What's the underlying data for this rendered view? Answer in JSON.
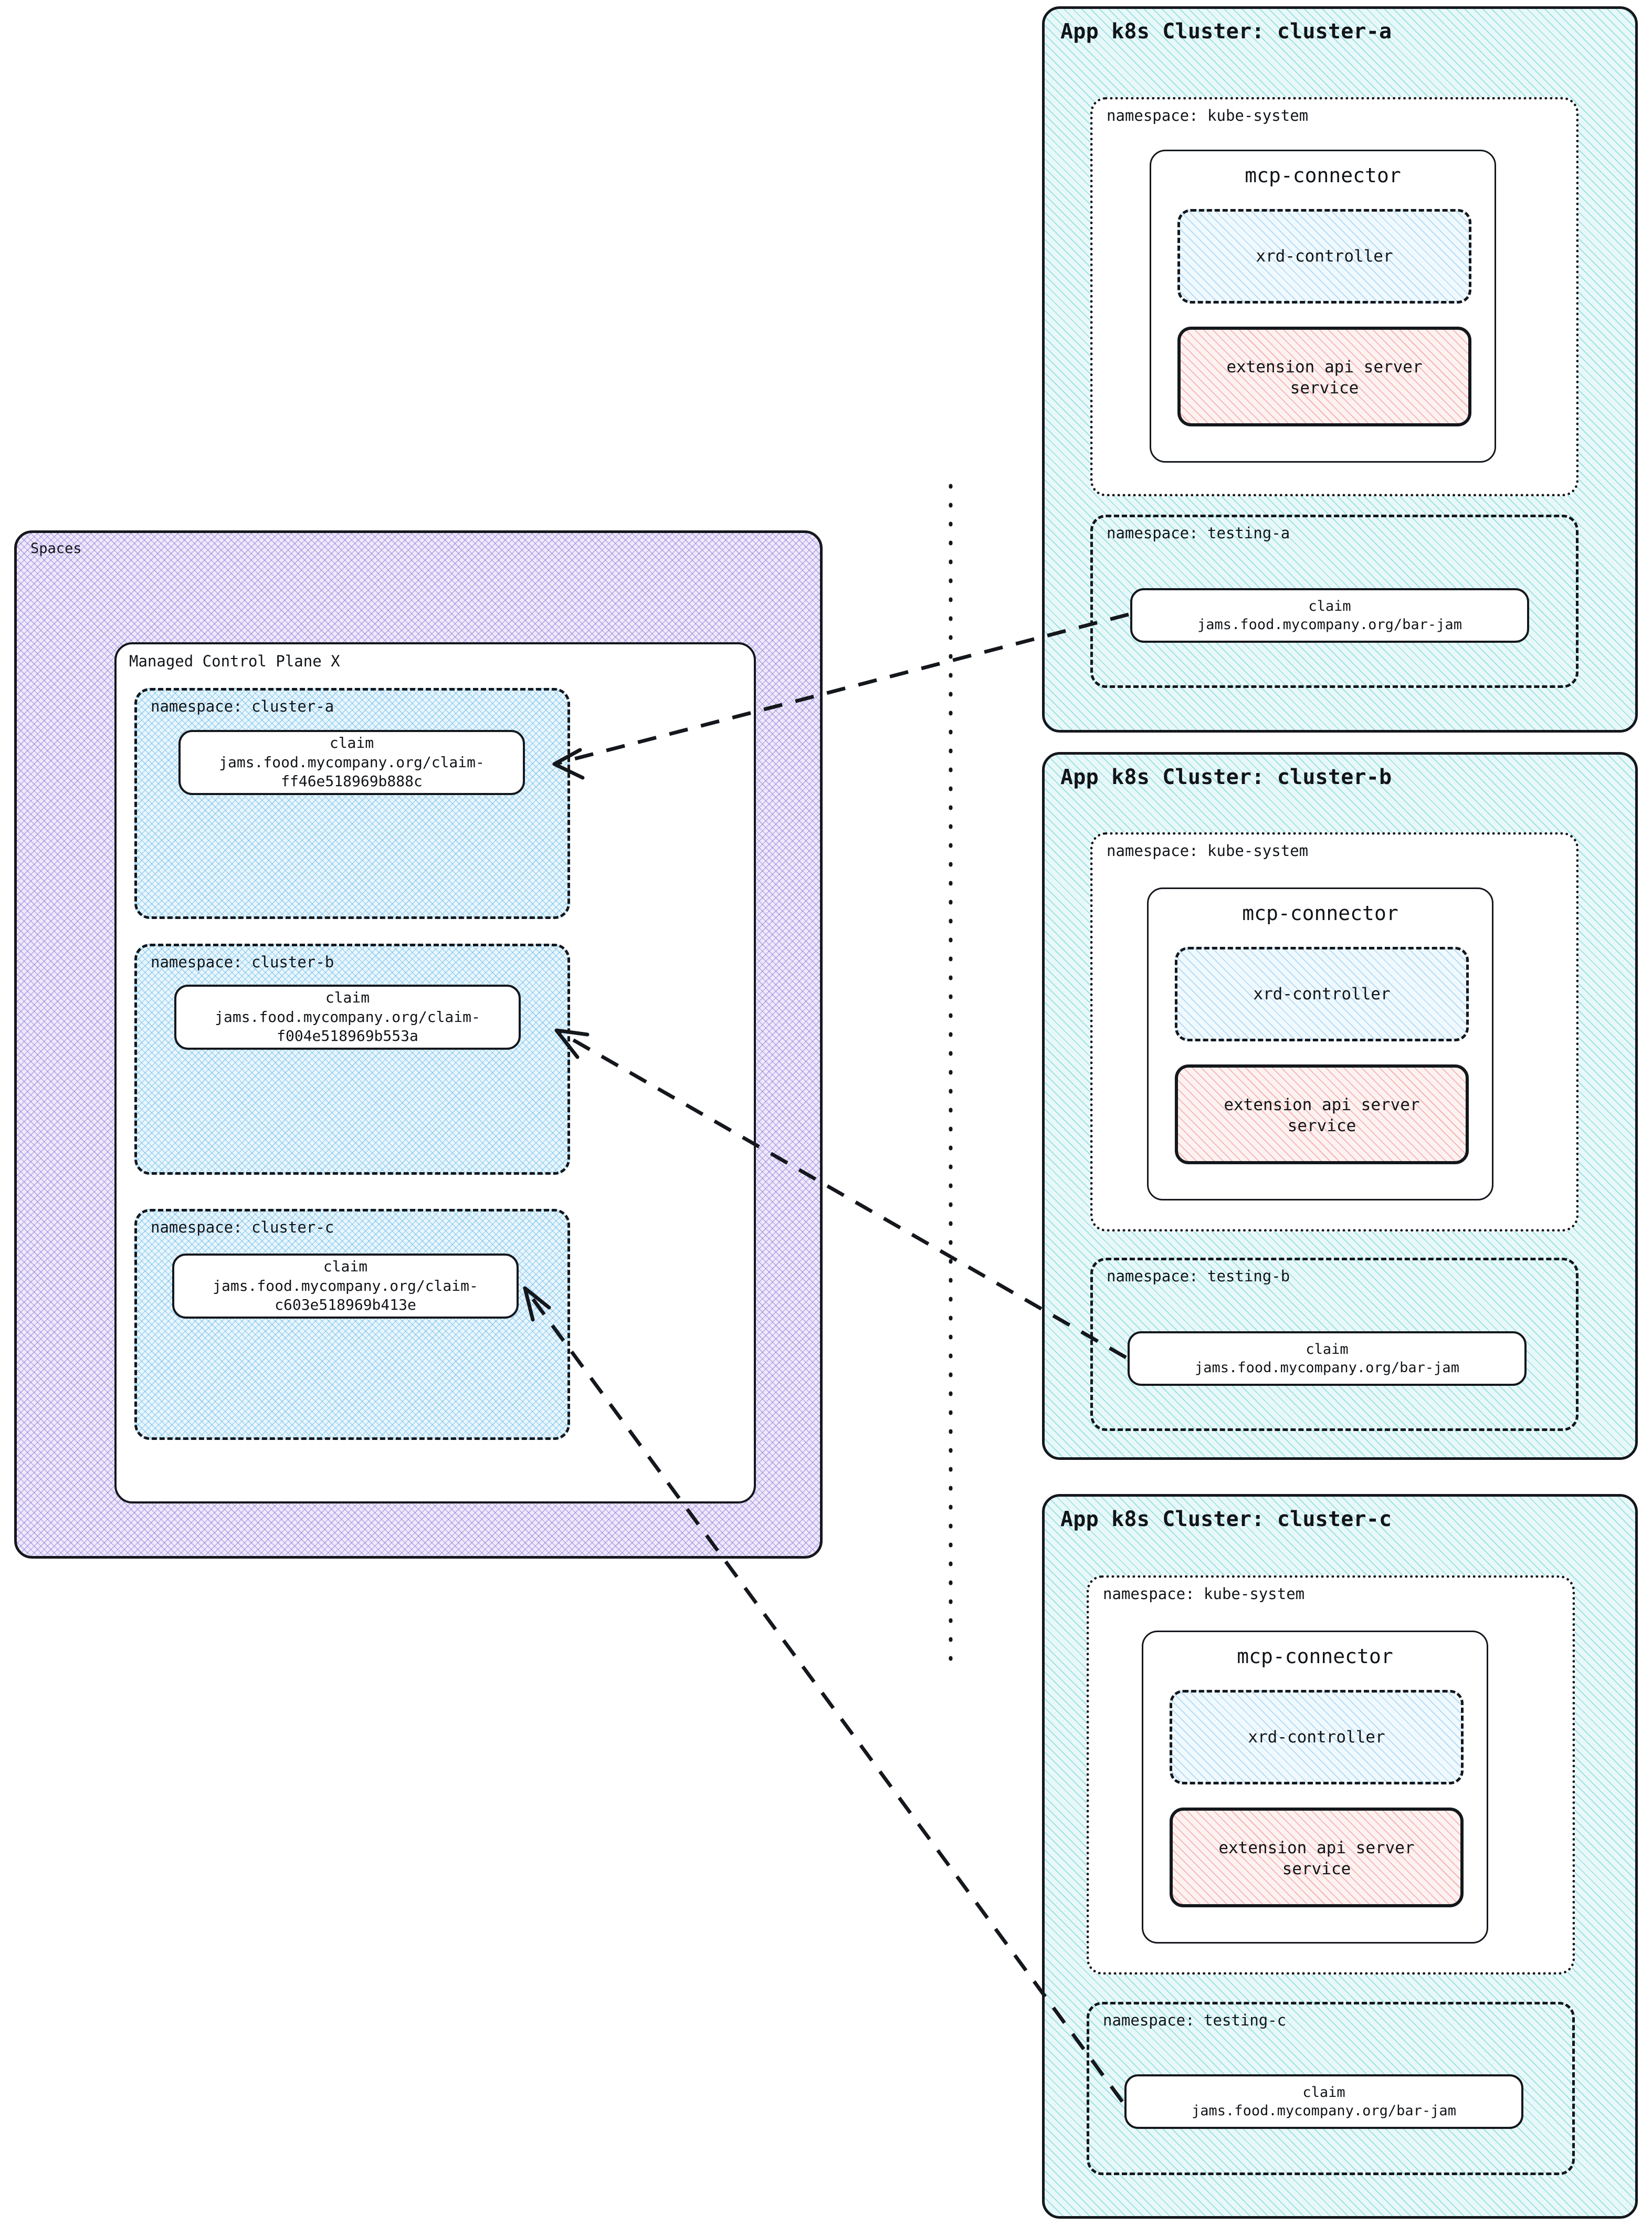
{
  "diagram": {
    "title": "Spaces / App k8s Cluster MCP connector topology",
    "colors": {
      "stroke": "#14171c",
      "spaces_fill": "#efeafb",
      "spaces_hatch": "#8e78d8",
      "cluster_fill": "#e8f8f8",
      "cluster_hatch": "#50c8d6",
      "namespace_fill": "#e9f6fd",
      "namespace_hatch": "#58b0e6",
      "xrd_hatch": "#78bee8",
      "extapi_hatch": "#eb8278",
      "white": "#ffffff"
    }
  },
  "spaces": {
    "label": "Spaces",
    "control_plane": {
      "label": "Managed Control Plane X",
      "namespaces": [
        {
          "label": "namespace: cluster-a",
          "claim": {
            "kind": "claim",
            "ref": "jams.food.mycompany.org/claim-\nff46e518969b888c"
          }
        },
        {
          "label": "namespace: cluster-b",
          "claim": {
            "kind": "claim",
            "ref": "jams.food.mycompany.org/claim-\nf004e518969b553a"
          }
        },
        {
          "label": "namespace: cluster-c",
          "claim": {
            "kind": "claim",
            "ref": "jams.food.mycompany.org/claim-\nc603e518969b413e"
          }
        }
      ]
    }
  },
  "clusters": [
    {
      "title": "App k8s Cluster: cluster-a",
      "kube_system": {
        "label": "namespace: kube-system",
        "connector": {
          "title": "mcp-connector",
          "xrd_controller": "xrd-controller",
          "extension_api": "extension api server\nservice"
        }
      },
      "testing": {
        "label": "namespace: testing-a",
        "claim": {
          "kind": "claim",
          "ref": "jams.food.mycompany.org/bar-jam"
        }
      }
    },
    {
      "title": "App k8s Cluster: cluster-b",
      "kube_system": {
        "label": "namespace: kube-system",
        "connector": {
          "title": "mcp-connector",
          "xrd_controller": "xrd-controller",
          "extension_api": "extension api server\nservice"
        }
      },
      "testing": {
        "label": "namespace: testing-b",
        "claim": {
          "kind": "claim",
          "ref": "jams.food.mycompany.org/bar-jam"
        }
      }
    },
    {
      "title": "App k8s Cluster: cluster-c",
      "kube_system": {
        "label": "namespace: kube-system",
        "connector": {
          "title": "mcp-connector",
          "xrd_controller": "xrd-controller",
          "extension_api": "extension api server\nservice"
        }
      },
      "testing": {
        "label": "namespace: testing-c",
        "claim": {
          "kind": "claim",
          "ref": "jams.food.mycompany.org/bar-jam"
        }
      }
    }
  ],
  "connections": [
    {
      "from": "testing-a claim",
      "to": "cluster-a claim",
      "style": "dashed-arrow"
    },
    {
      "from": "testing-b claim",
      "to": "cluster-b claim",
      "style": "dashed-arrow"
    },
    {
      "from": "testing-c claim",
      "to": "cluster-c claim",
      "style": "dashed-arrow"
    }
  ],
  "divider": {
    "style": "dotted-vertical"
  }
}
